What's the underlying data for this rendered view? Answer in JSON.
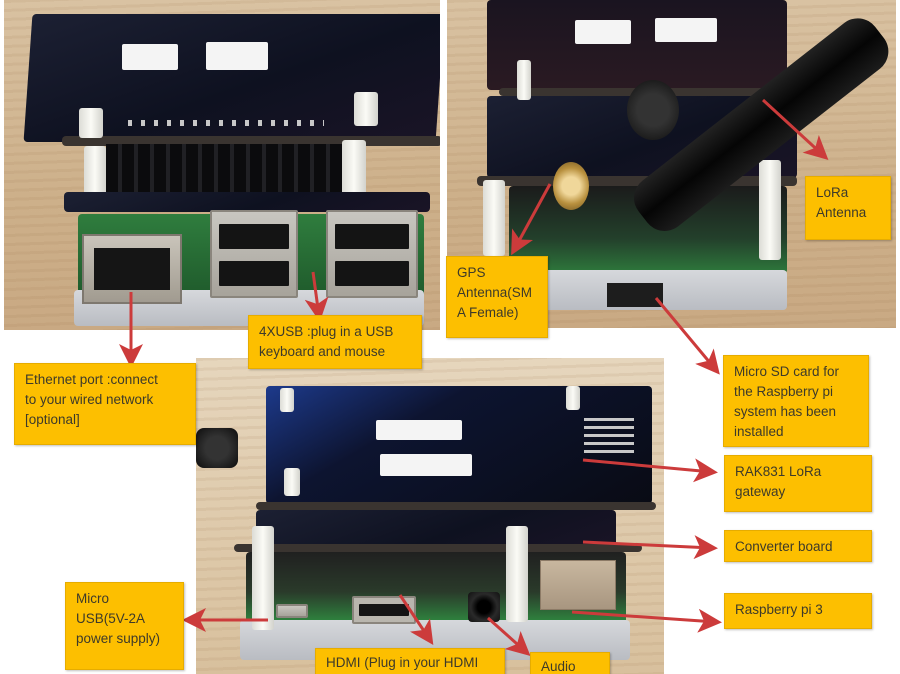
{
  "figure": {
    "description": "Annotated photos of RAK831 LoRa gateway stacked on Raspberry Pi 3",
    "colors": {
      "label_bg": "#fdbf00",
      "label_text": "#3d3a2a",
      "arrow": "#cc3b3b"
    }
  },
  "photos": [
    {
      "name": "top-left-photo",
      "content": "Front view showing Ethernet port and 4 USB ports"
    },
    {
      "name": "top-right-photo",
      "content": "Side view showing LoRa antenna, GPS SMA connector and micro SD slot"
    },
    {
      "name": "bottom-photo",
      "content": "Side view showing Micro USB, HDMI, Audio and stacked boards"
    }
  ],
  "labels": {
    "ethernet": "Ethernet port :connect\nto your wired  network\n[optional]",
    "usb": "4XUSB  :plug in a USB\nkeyboard and mouse",
    "gps": "GPS\nAntenna(SM\nA  Female)",
    "lora_antenna": "LoRa\nAntenna",
    "micro_sd": "Micro SD card for\nthe Raspberry pi\nsystem has been\ninstalled",
    "rak831": "RAK831 LoRa\ngateway",
    "converter": "Converter board",
    "raspberry": "Raspberry pi 3",
    "micro_usb": "Micro\nUSB(5V-2A\npower supply)",
    "hdmi": "HDMI (Plug in your HDMI",
    "audio": "Audio"
  }
}
